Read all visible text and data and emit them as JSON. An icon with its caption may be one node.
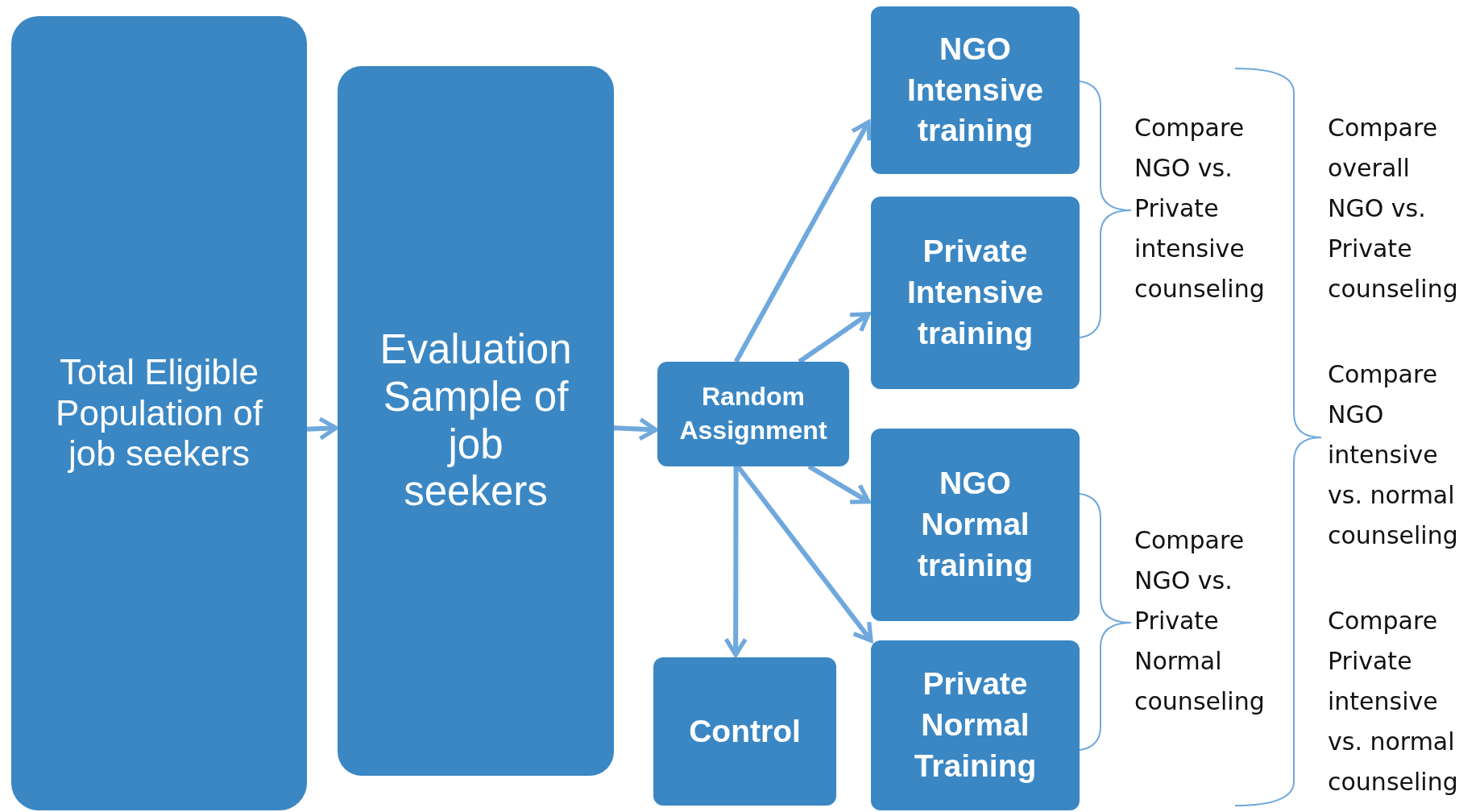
{
  "diagram": {
    "nodes": [
      {
        "text": [
          "Total Eligible Population of job seekers"
        ]
      },
      {
        "text": [
          "Evaluation Sample of job seekers"
        ]
      },
      {
        "text": [
          "Random Assignment"
        ]
      },
      {
        "text": [
          "NGO Intensive training"
        ]
      },
      {
        "text": [
          "Private Intensive training"
        ]
      },
      {
        "text": [
          "NGO Normal training"
        ]
      },
      {
        "text": [
          "Private Normal Training"
        ]
      },
      {
        "text": [
          "Control"
        ]
      }
    ],
    "edges": [
      {
        "from": 0,
        "to": 1,
        "arrow": "to"
      },
      {
        "from": 1,
        "to": 2,
        "arrow": "to"
      },
      {
        "from": 2,
        "to": 3,
        "arrow": "to"
      },
      {
        "from": 2,
        "to": 4,
        "arrow": "to"
      },
      {
        "from": 2,
        "to": 5,
        "arrow": "to"
      },
      {
        "from": 2,
        "to": 6,
        "arrow": "to"
      },
      {
        "from": 2,
        "to": 7,
        "arrow": "to"
      }
    ],
    "labels": [
      "Compare NGO vs. Private intensive counseling",
      "Compare overall NGO vs. Private counseling",
      "Compare NGO intensive vs. normal counseling",
      "Compare NGO vs. Private Normal counseling",
      "Compare Private intensive vs. normal counseling"
    ]
  }
}
